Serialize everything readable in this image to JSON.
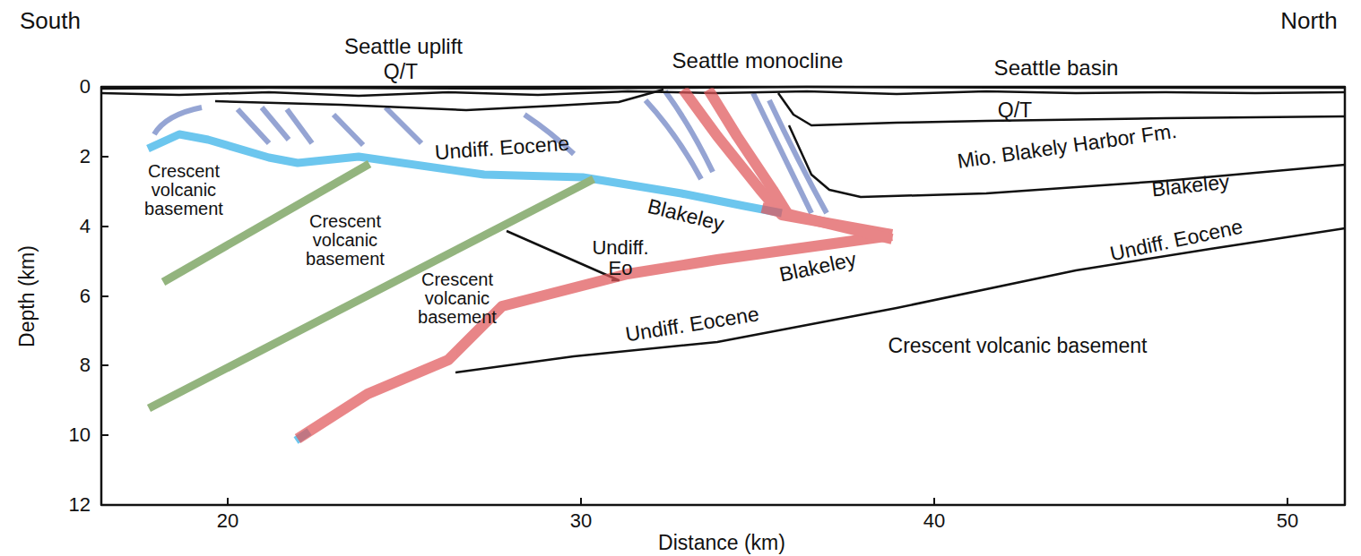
{
  "diagram": {
    "labels": [
      "South",
      "North",
      "Seattle uplift",
      "Q/T",
      "Seattle monocline",
      "Seattle basin",
      "Q/T",
      "Mio. Blakely Harbor Fm.",
      "Blakeley",
      "Undiff. Eocene",
      "Crescent volcanic basement",
      "Crescent volcanic basement",
      "Crescent volcanic basement",
      "Blakeley",
      "Undiff. Eo",
      "Blakeley",
      "Undiff. Eocene",
      "Undiff. Eocene",
      "Crescent volcanic basement",
      "Depth (km)",
      "Distance (km)",
      "0",
      "2",
      "4",
      "6",
      "8",
      "10",
      "12",
      "20",
      "30",
      "40",
      "50"
    ]
  }
}
